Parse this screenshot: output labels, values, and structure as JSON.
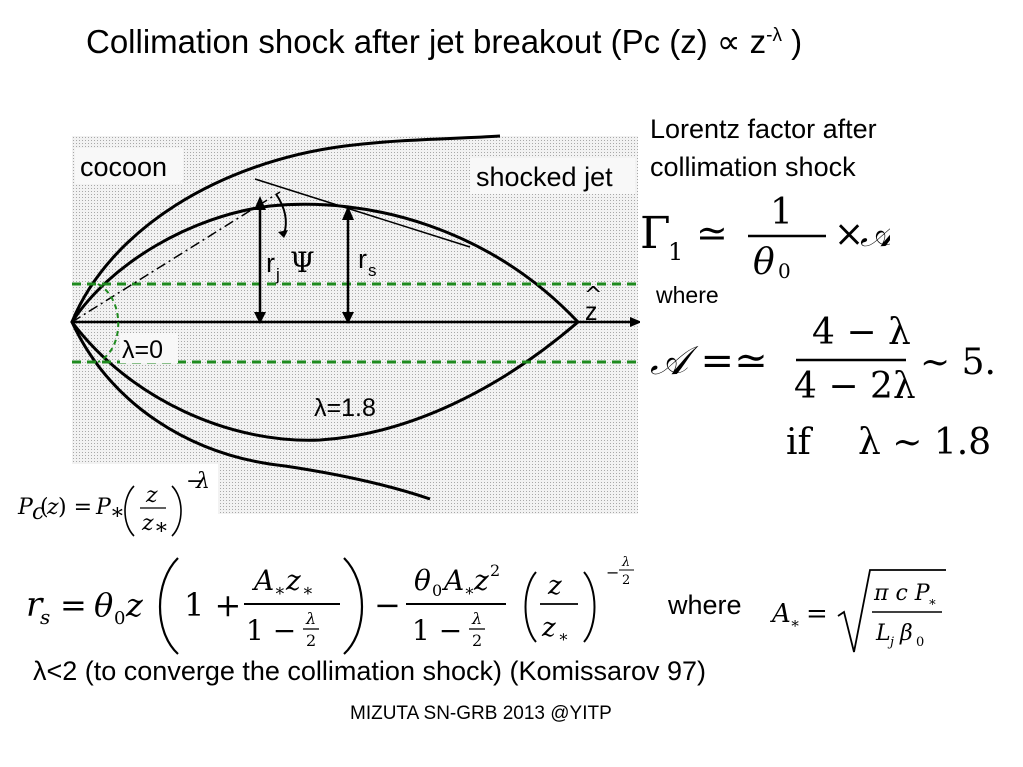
{
  "title": {
    "main": "Collimation shock after jet breakout (Pc (z) ∝ z",
    "exp": "-λ",
    "close": " )"
  },
  "lorentz_heading": [
    "Lorentz factor after",
    "collimation shock"
  ],
  "diagram_labels": {
    "cocoon": "cocoon",
    "shocked_jet": "shocked jet",
    "rj_r": "r",
    "rj_sub": "j",
    "psi": "Ψ",
    "rs_r": "r",
    "rs_sub": "s",
    "zhat": "z",
    "lambda0": "λ=0",
    "lambda18": "λ=1.8"
  },
  "equations": {
    "gamma_lhs": "Γ",
    "gamma_sub": "1",
    "approx": "≃",
    "one": "1",
    "theta0": "θ",
    "theta_sub": "0",
    "times": "×",
    "A": "𝒜",
    "A_eq": "𝒜 =≃",
    "A_num": "4 − λ",
    "A_den": "4 − 2λ",
    "A_tilde": "∼ 5.",
    "if_text": "if",
    "if_cond": "λ ∼ 1.8"
  },
  "where_labels": [
    "where",
    "where"
  ],
  "condition": "λ<2 (to converge the collimation shock) (Komissarov 97)",
  "footer": "MIZUTA SN-GRB 2013 @YITP"
}
